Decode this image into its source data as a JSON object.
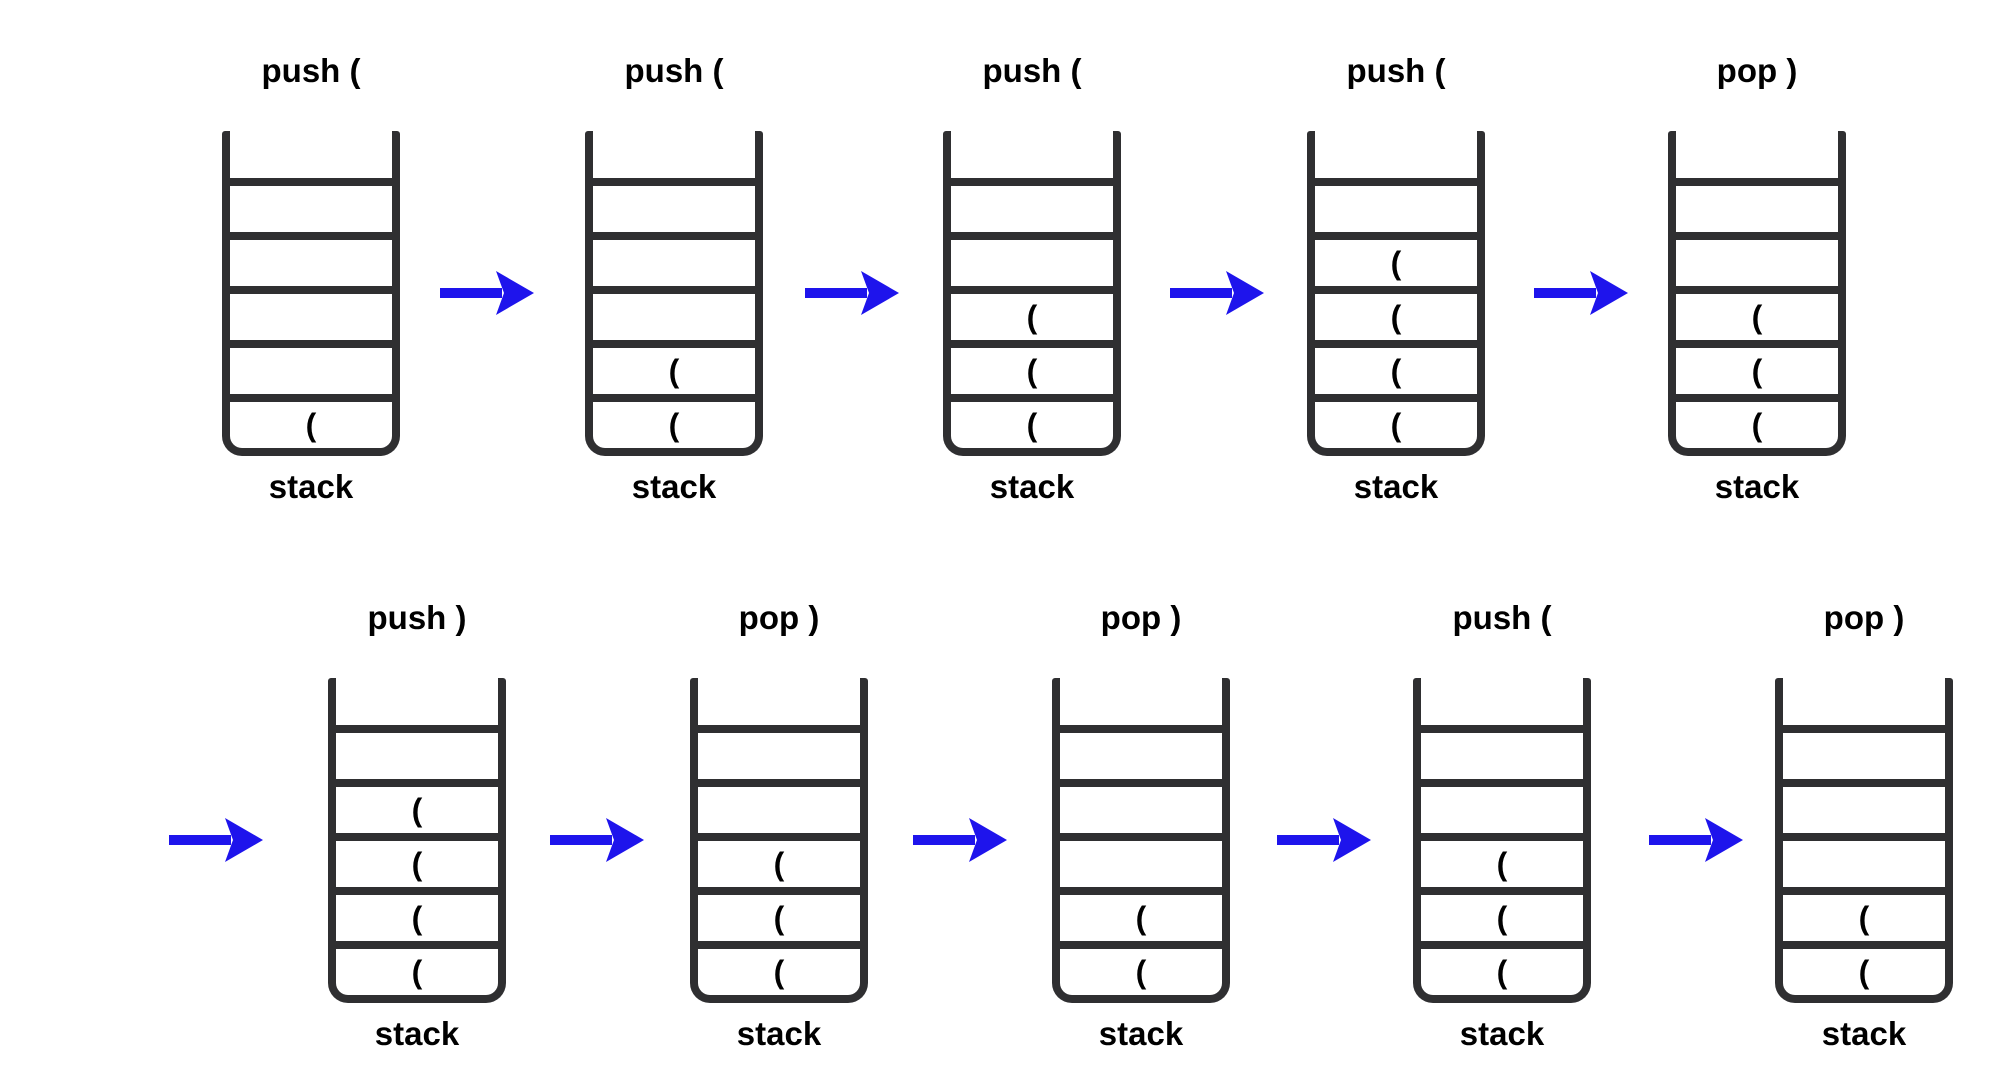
{
  "diagram": {
    "description_visible_text_only": true,
    "colors": {
      "arrow_blue": "#1e14ec",
      "stack_outline": "#2f2f31",
      "text": "#000000",
      "background": "#ffffff"
    },
    "arrow_icon": "right-arrow"
  },
  "rows": [
    {
      "stacks": [
        {
          "title": "push (",
          "label": "stack",
          "cells": [
            "",
            "",
            "",
            "",
            "("
          ]
        },
        {
          "title": "push (",
          "label": "stack",
          "cells": [
            "",
            "",
            "",
            "(",
            "("
          ]
        },
        {
          "title": "push (",
          "label": "stack",
          "cells": [
            "",
            "",
            "(",
            "(",
            "("
          ]
        },
        {
          "title": "push (",
          "label": "stack",
          "cells": [
            "",
            "(",
            "(",
            "(",
            "("
          ]
        },
        {
          "title": "pop )",
          "label": "stack",
          "cells": [
            "",
            "",
            "(",
            "(",
            "("
          ]
        }
      ]
    },
    {
      "stacks": [
        {
          "title": "push )",
          "label": "stack",
          "cells": [
            "",
            "(",
            "(",
            "(",
            "("
          ]
        },
        {
          "title": "pop )",
          "label": "stack",
          "cells": [
            "",
            "",
            "(",
            "(",
            "("
          ]
        },
        {
          "title": "pop )",
          "label": "stack",
          "cells": [
            "",
            "",
            "",
            "(",
            "("
          ]
        },
        {
          "title": "push (",
          "label": "stack",
          "cells": [
            "",
            "",
            "(",
            "(",
            "("
          ]
        },
        {
          "title": "pop )",
          "label": "stack",
          "cells": [
            "",
            "",
            "",
            "(",
            "("
          ]
        }
      ]
    }
  ]
}
